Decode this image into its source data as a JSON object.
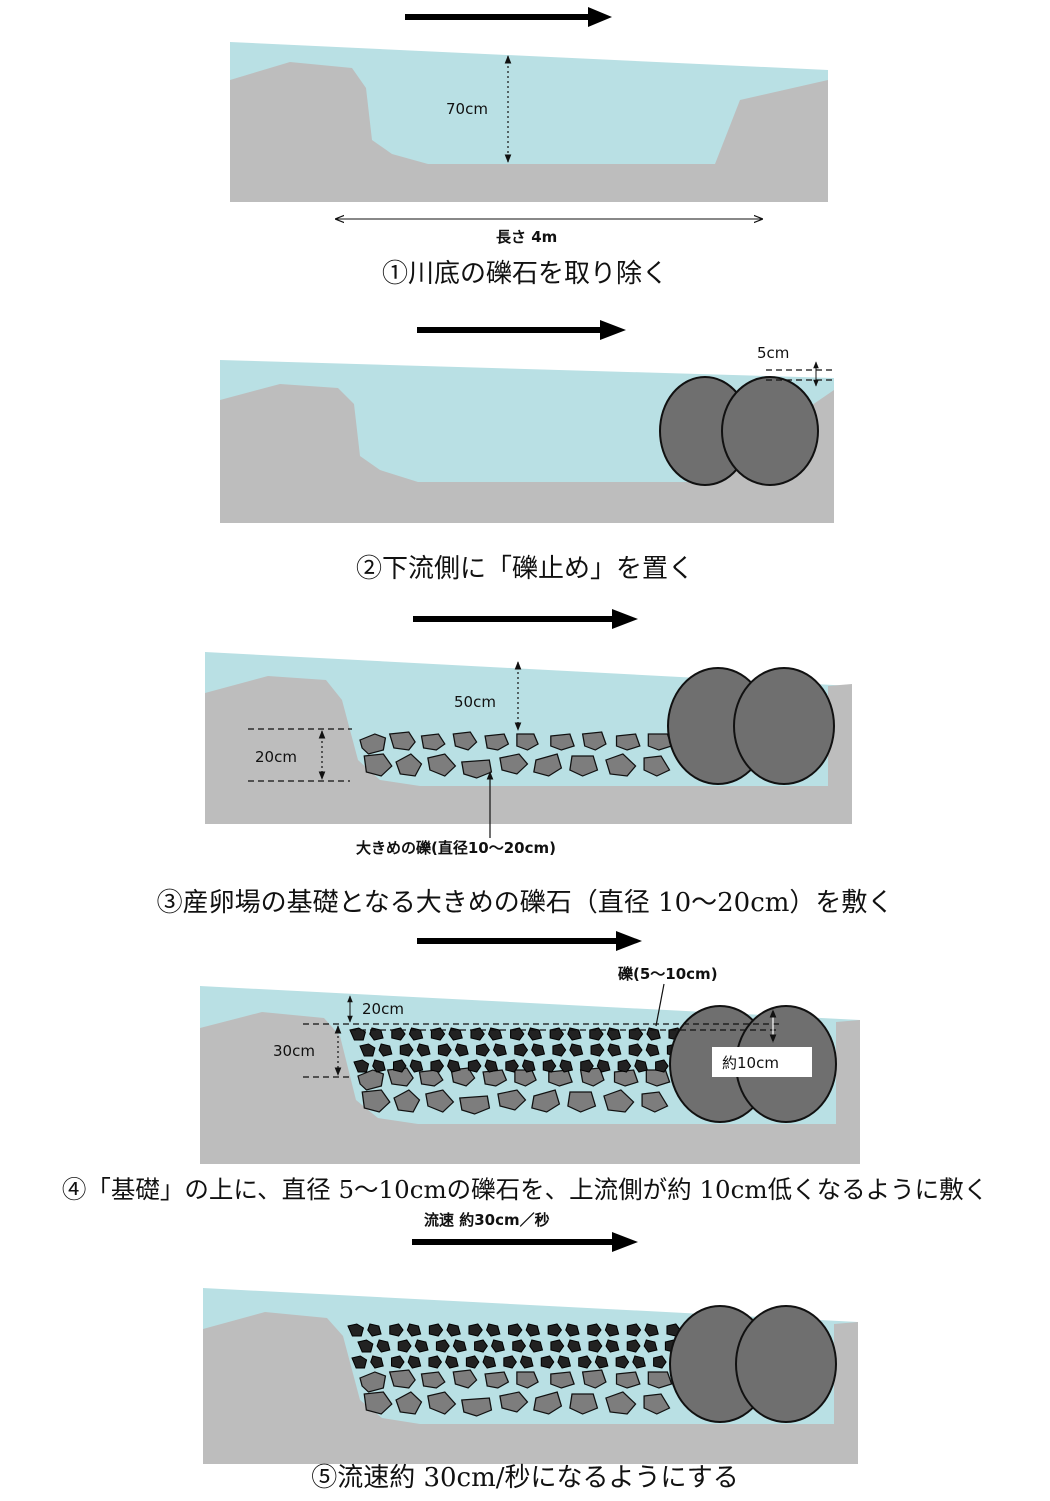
{
  "steps": [
    {
      "caption": "①川底の礫石を取り除く",
      "labels": {
        "depth": "70cm",
        "length": "長さ 4m"
      }
    },
    {
      "caption": "②下流側に「礫止め」を置く",
      "labels": {
        "gap": "5cm"
      }
    },
    {
      "caption": "③産卵場の基礎となる大きめの礫石（直径 10〜20cm）を敷く",
      "labels": {
        "water_depth": "50cm",
        "base_thickness": "20cm",
        "stone_callout": "大きめの礫(直径10〜20cm)"
      }
    },
    {
      "caption": "④「基礎」の上に、直径 5〜10cmの礫石を、上流側が約 10cm低くなるように敷く",
      "labels": {
        "water_depth": "20cm",
        "layer_thickness": "30cm",
        "pebble_callout": "礫(5〜10cm)",
        "diff": "約10cm"
      }
    },
    {
      "caption": "⑤流速約 30cm/秒になるようにする",
      "labels": {
        "flow_speed": "流速 約30cm／秒"
      }
    }
  ],
  "colors": {
    "water": "#b9e0e4",
    "ground": "#bdbdbd",
    "boulder": "#6f6f6f",
    "rock": "#7d7d7d",
    "pebble": "#222222"
  },
  "icons": [
    "flow-arrow-icon"
  ]
}
